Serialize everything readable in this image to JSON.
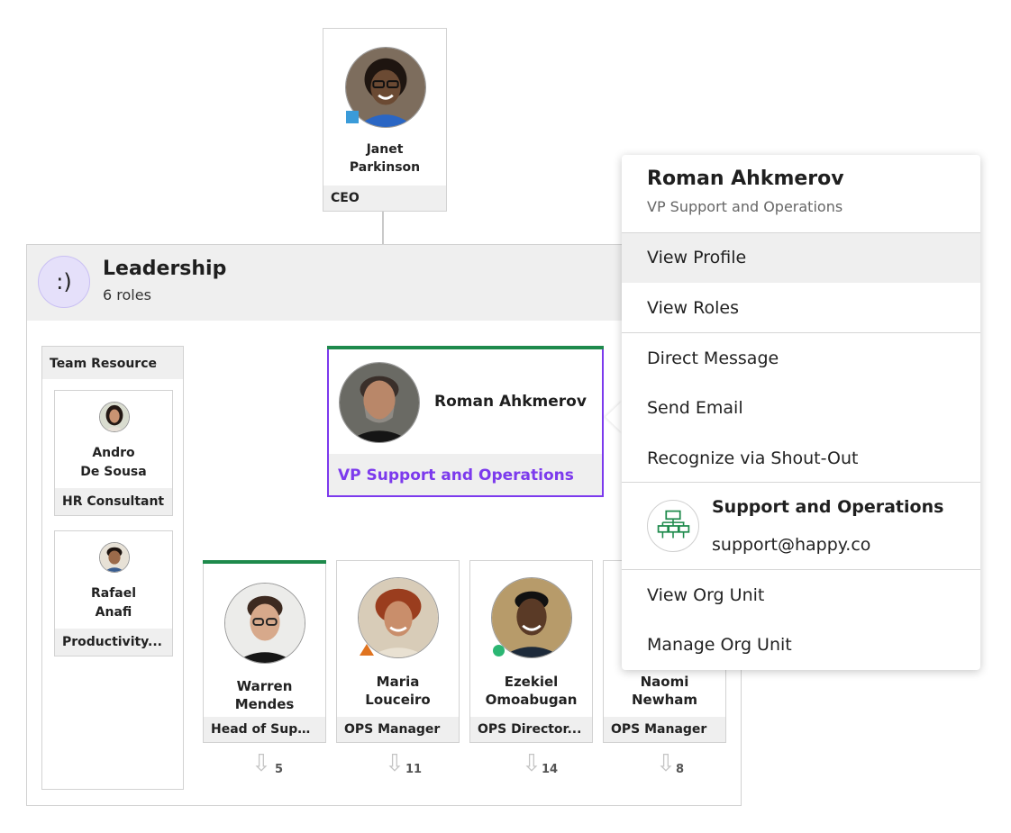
{
  "ceo": {
    "name_line1": "Janet",
    "name_line2": "Parkinson",
    "role": "CEO",
    "status_color": "#3a9bd9"
  },
  "group": {
    "logo_text": ":)",
    "title": "Leadership",
    "subtitle": "6 roles"
  },
  "team_resource": {
    "heading": "Team Resource",
    "members": [
      {
        "name_line1": "Andro",
        "name_line2": "De Sousa",
        "role": "HR Consultant"
      },
      {
        "name_line1": "Rafael",
        "name_line2": "Anafi",
        "role": "Productivity..."
      }
    ]
  },
  "selected": {
    "name": "Roman Ahkmerov",
    "role": "VP Support and Operations",
    "accent": "#7c3aed",
    "top_bar": "#1e8a4c"
  },
  "reports": [
    {
      "name_line1": "Warren",
      "name_line2": "Mendes",
      "role": "Head of Supp...",
      "count": "5"
    },
    {
      "name_line1": "Maria",
      "name_line2": "Louceiro",
      "role": "OPS Manager",
      "count": "11"
    },
    {
      "name_line1": "Ezekiel",
      "name_line2": "Omoabugan",
      "role": "OPS Director...",
      "count": "14"
    },
    {
      "name_line1": "Naomi",
      "name_line2": "Newham",
      "role": "OPS Manager",
      "count": "8"
    }
  ],
  "menu": {
    "name": "Roman Ahkmerov",
    "role": "VP Support and Operations",
    "view_profile": "View Profile",
    "view_roles": "View Roles",
    "direct_message": "Direct Message",
    "send_email": "Send Email",
    "shout_out": "Recognize via Shout-Out",
    "org_title": "Support and Operations",
    "org_email": "support@happy.co",
    "view_org": "View Org Unit",
    "manage_org": "Manage Org Unit"
  }
}
